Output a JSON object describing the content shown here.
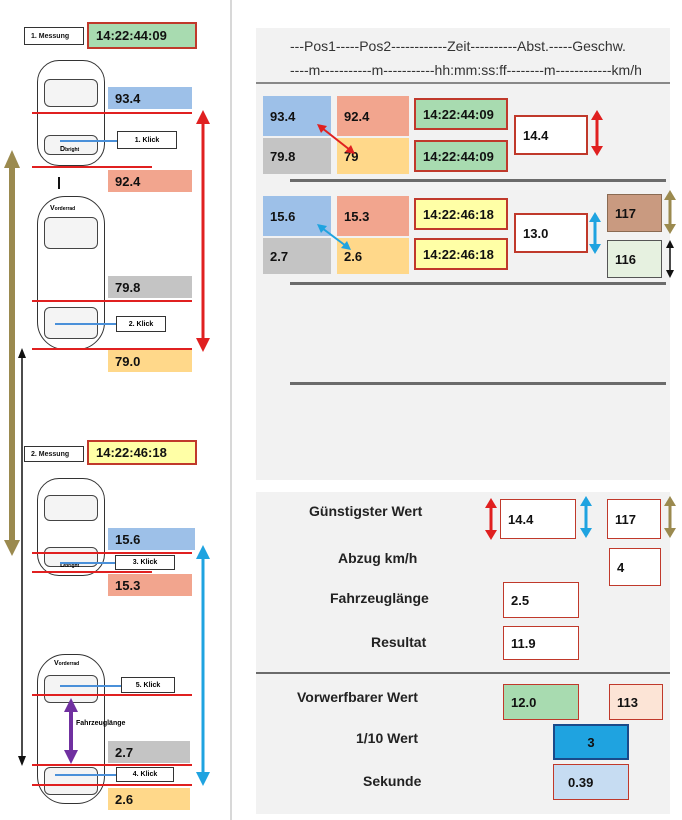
{
  "left": {
    "messung1": {
      "label": "1. Messung",
      "time": "14:22:44:09"
    },
    "messung2": {
      "label": "2. Messung",
      "time": "14:22:46:18"
    },
    "car_labels": {
      "d": "D",
      "d_small": "bright",
      "v": "V",
      "v_small": "orderrad"
    },
    "klicks": [
      "1. Klick",
      "2. Klick",
      "3. Klick",
      "5. Klick",
      "4. Klick"
    ],
    "values": {
      "v1": "93.4",
      "v2": "92.4",
      "v3": "79.8",
      "v4": "79.0",
      "v5": "15.6",
      "v6": "15.3",
      "v7": "2.7",
      "v8": "2.6"
    },
    "fahrzeuglaenge": "Fahrzeuglänge"
  },
  "header": {
    "line1": "---Pos1-----Pos2------------Zeit----------Abst.-----Geschw.",
    "line2": "----m-----------m-----------hh:mm:ss:ff--------m------------km/h"
  },
  "table1": {
    "pos1_a": "93.4",
    "pos1_b": "79.8",
    "pos2_a": "92.4",
    "pos2_b": "79",
    "zeit_a": "14:22:44:09",
    "zeit_b": "14:22:44:09",
    "abst": "14.4"
  },
  "table2": {
    "pos1_a": "15.6",
    "pos1_b": "2.7",
    "pos2_a": "15.3",
    "pos2_b": "2.6",
    "zeit_a": "14:22:46:18",
    "zeit_b": "14:22:46:18",
    "abst": "13.0",
    "speed_a": "117",
    "speed_b": "116"
  },
  "results": {
    "guenstigster_label": "Günstigster Wert",
    "guenstigster_abst": "14.4",
    "guenstigster_speed": "117",
    "abzug_label": "Abzug km/h",
    "abzug_value": "4",
    "fahrzeuglaenge_label": "Fahrzeuglänge",
    "fahrzeuglaenge_value": "2.5",
    "resultat_label": "Resultat",
    "resultat_value": "11.9",
    "vorwerfbar_label": "Vorwerfbarer Wert",
    "vorwerfbar_value": "12.0",
    "vorwerfbar_speed": "113",
    "zehntel_label": "1/10 Wert",
    "zehntel_value": "3",
    "sekunde_label": "Sekunde",
    "sekunde_value": "0.39"
  },
  "colors": {
    "red_arrow": "#e02020",
    "blue_arrow": "#1fa3e0",
    "olive_arrow": "#9b8a4f",
    "purple_arrow": "#7030a0"
  }
}
